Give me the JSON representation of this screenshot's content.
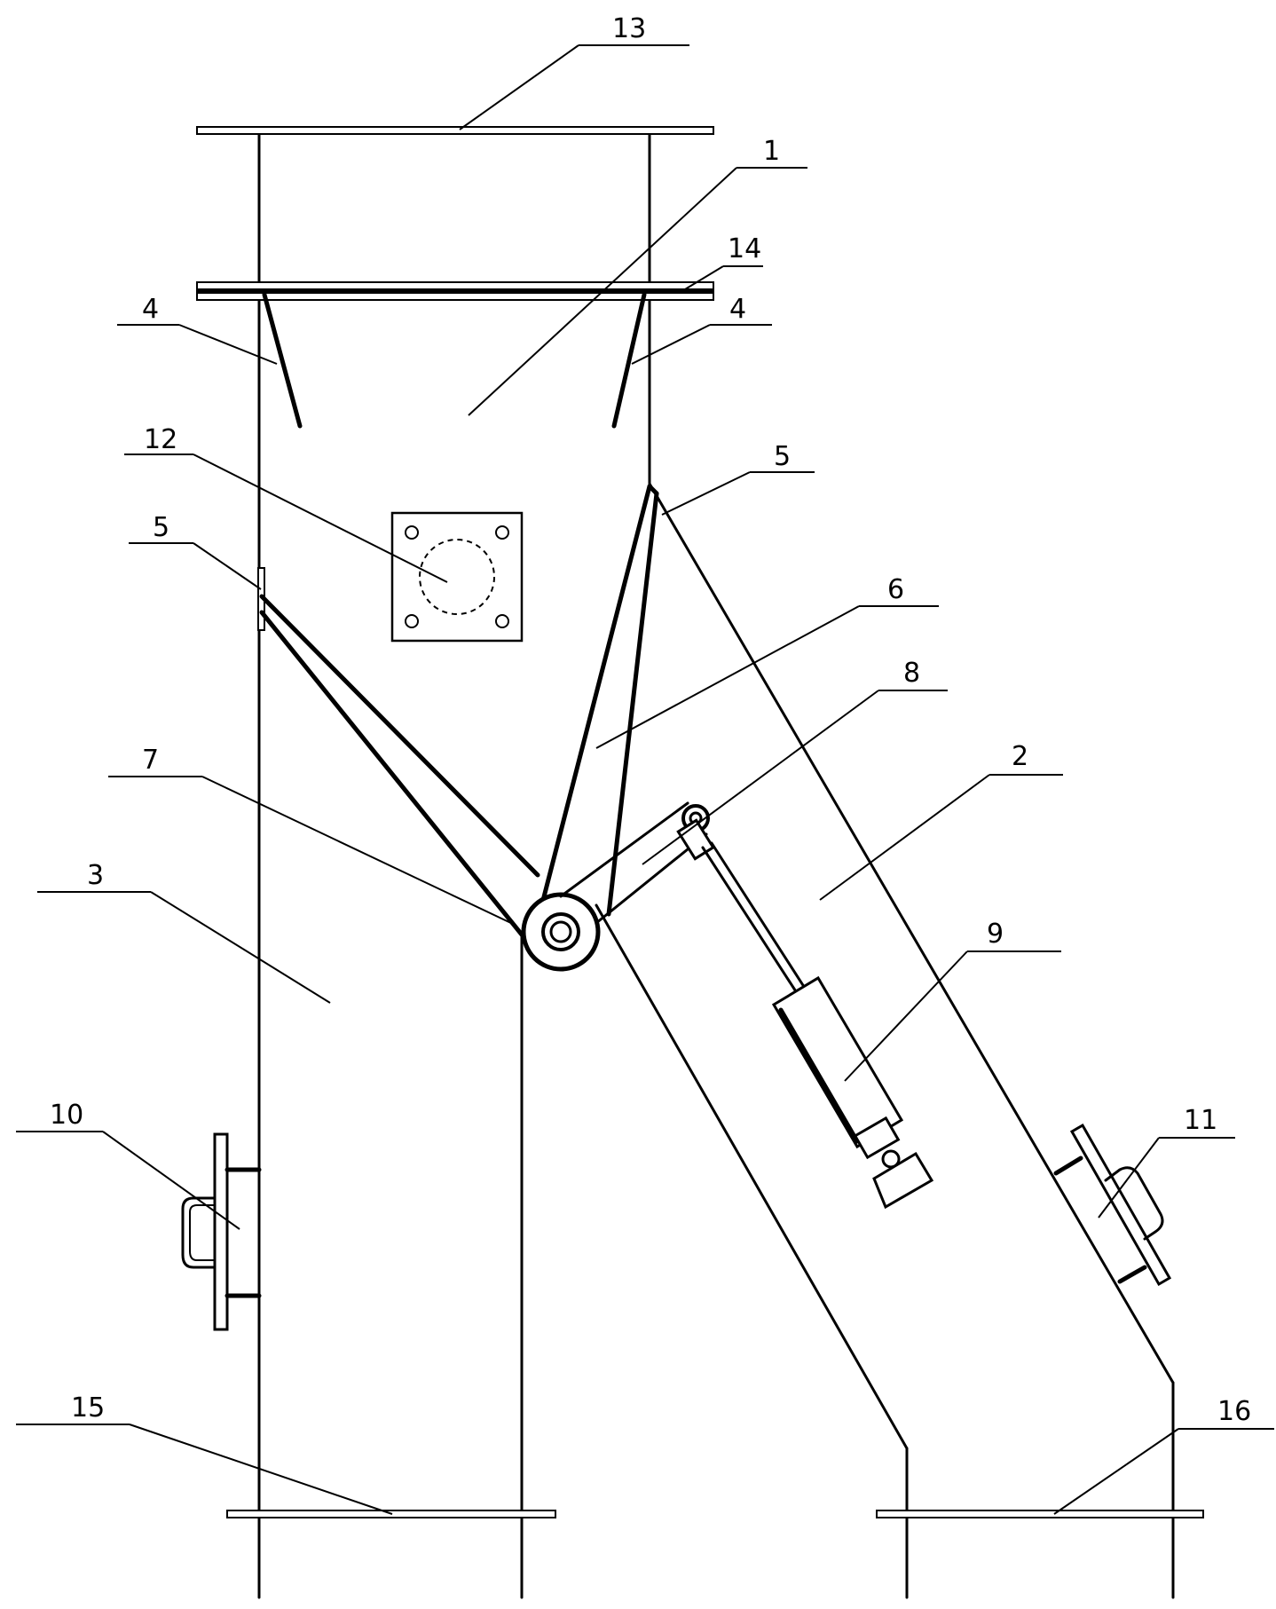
{
  "diagram": {
    "labels": [
      {
        "id": "13",
        "text": "13"
      },
      {
        "id": "1",
        "text": "1"
      },
      {
        "id": "14",
        "text": "14"
      },
      {
        "id": "4a",
        "text": "4"
      },
      {
        "id": "4b",
        "text": "4"
      },
      {
        "id": "5b",
        "text": "5"
      },
      {
        "id": "12",
        "text": "12"
      },
      {
        "id": "5a",
        "text": "5"
      },
      {
        "id": "6",
        "text": "6"
      },
      {
        "id": "8",
        "text": "8"
      },
      {
        "id": "2",
        "text": "2"
      },
      {
        "id": "7",
        "text": "7"
      },
      {
        "id": "3",
        "text": "3"
      },
      {
        "id": "9",
        "text": "9"
      },
      {
        "id": "10",
        "text": "10"
      },
      {
        "id": "11",
        "text": "11"
      },
      {
        "id": "15",
        "text": "15"
      },
      {
        "id": "16",
        "text": "16"
      }
    ]
  }
}
